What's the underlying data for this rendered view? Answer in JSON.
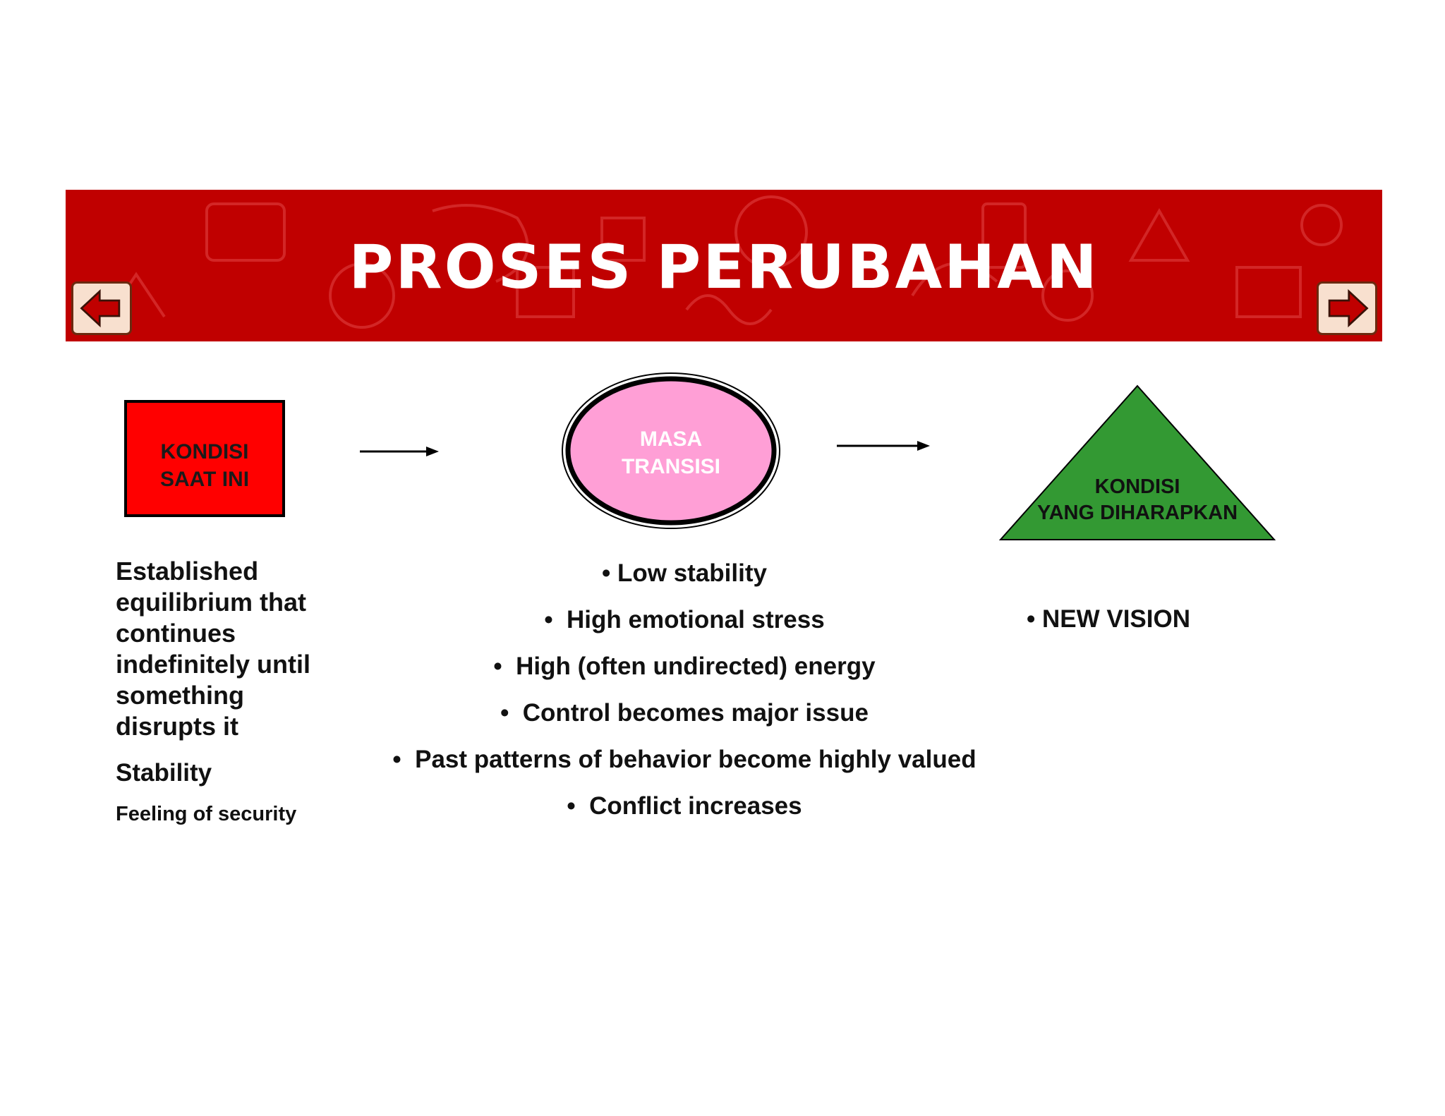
{
  "header": {
    "title": "PROSES PERUBAHAN",
    "prev_icon": "arrow-left-icon",
    "next_icon": "arrow-right-icon",
    "banner_color": "#c00000"
  },
  "stages": {
    "current": {
      "line1": "KONDISI",
      "line2": "SAAT INI",
      "color": "#ff0000"
    },
    "transition": {
      "line1": "MASA",
      "line2": "TRANSISI",
      "color": "#ff9fd6"
    },
    "desired": {
      "line1": "KONDISI",
      "line2": "YANG DIHARAPKAN",
      "color": "#339933"
    }
  },
  "current_details": {
    "description": "Established equilibrium  that continues indefinitely until something disrupts it",
    "stability": "Stability",
    "security": "Feeling of security"
  },
  "transition_details": [
    "Low stability",
    "High emotional stress",
    "High (often undirected) energy",
    "Control becomes major issue",
    "Past patterns of behavior become highly valued",
    "Conflict increases"
  ],
  "desired_details": [
    "NEW VISION"
  ]
}
